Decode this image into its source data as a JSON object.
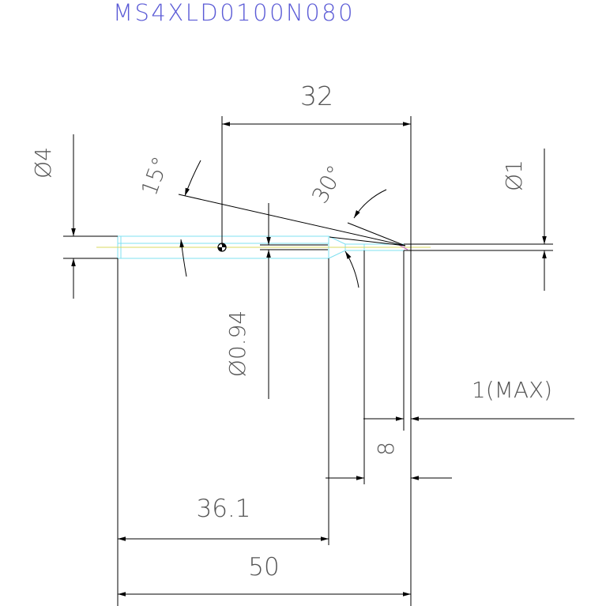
{
  "title": "MS4XLD0100N080",
  "colors": {
    "background": "#ffffff",
    "line": "#000000",
    "dimension_text": "#555555",
    "title": "#5b5bd6",
    "body_outline": "#7fe0f0",
    "centerline": "#d8d860",
    "tip_accent": "#c060c0"
  },
  "dimensions": {
    "length_32": "32",
    "shank_dia": "Ø4",
    "tip_dia": "Ø1",
    "neck_dia": "Ø0.94",
    "angle_15": "15°",
    "angle_30": "30°",
    "overhang_max": "1(MAX)",
    "gap_8": "8",
    "length_36_1": "36.1",
    "length_50": "50"
  }
}
